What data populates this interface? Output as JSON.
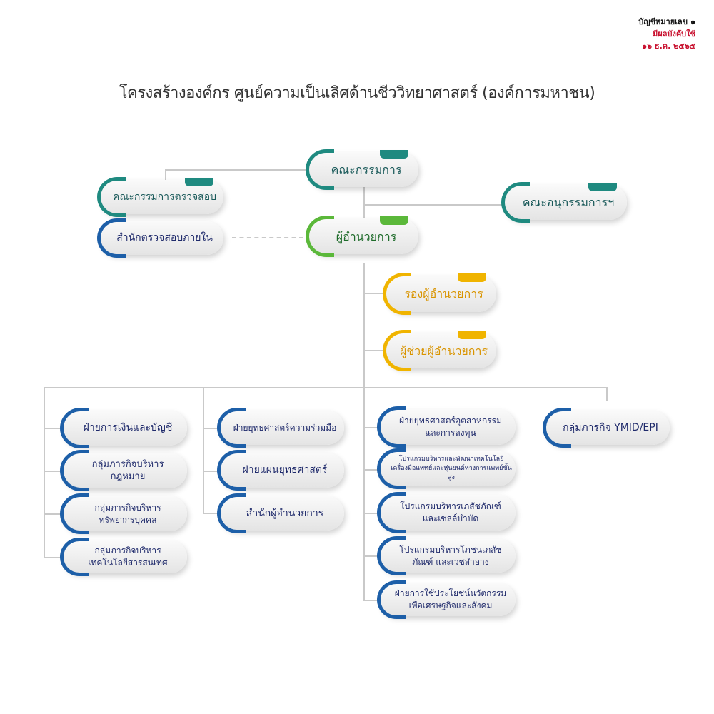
{
  "doc_ref": {
    "line1": "บัญชีหมายเลข ๑",
    "line2": "มีผลบังคับใช้",
    "line3": "๑๖ ธ.ค. ๒๕๖๕"
  },
  "title": "โครงสร้างองค์กร ศูนย์ความเป็นเลิศด้านชีววิทยาศาสตร์ (องค์การมหาชน)",
  "colors": {
    "teal": "#1f8a80",
    "green": "#5bb83a",
    "gold": "#f0b400",
    "blue": "#1d5fa8",
    "text_navy": "#1f2a6b"
  },
  "top": {
    "board": "คณะกรรมการ",
    "audit_committee": "คณะกรรมการตรวจสอบ",
    "internal_audit": "สำนักตรวจสอบภายใน",
    "subcommittees": "คณะอนุกรรมการฯ",
    "director": "ผู้อำนวยการ",
    "deputy_director": "รองผู้อำนวยการ",
    "assistant_director": "ผู้ช่วยผู้อำนวยการ"
  },
  "columns": [
    [
      "ฝ่ายการเงินและบัญชี",
      "กลุ่มภารกิจบริหารกฎหมาย",
      "กลุ่มภารกิจบริหาร ทรัพยากรบุคคล",
      "กลุ่มภารกิจบริหาร เทคโนโลยีสารสนเทศ"
    ],
    [
      "ฝ่ายยุทธศาสตร์ความร่วมมือ",
      "ฝ่ายแผนยุทธศาสตร์",
      "สำนักผู้อำนวยการ"
    ],
    [
      "ฝ่ายยุทธศาสตร์อุตสาหกรรม และการลงทุน",
      "โปรแกรมบริหารและพัฒนาเทคโนโลยี เครื่องมือแพทย์และหุ่นยนต์ทางการแพทย์ขั้นสูง",
      "โปรแกรมบริหารเภสัชภัณฑ์ และเซลล์บำบัด",
      "โปรแกรมบริหารโภชนเภสัชภัณฑ์ และเวชสำอาง",
      "ฝ่ายการใช้ประโยชน์นวัตกรรม เพื่อเศรษฐกิจและสังคม"
    ],
    [
      "กลุ่มภารกิจ YMID/EPI"
    ]
  ]
}
